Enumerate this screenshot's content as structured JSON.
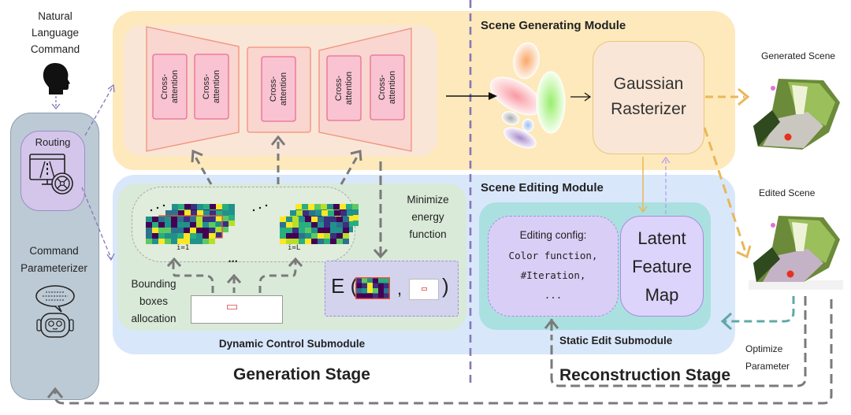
{
  "input": {
    "title_lines": [
      "Natural",
      "Language",
      "Command"
    ],
    "head_icon": "human-head-silhouette-icon"
  },
  "parameterizer": {
    "routing_label": "Routing",
    "routing_icon": "monitor-steering-wheel-icon",
    "title_lines": [
      "Command",
      "Parameterizer"
    ],
    "robot_icon": "chatbot-robot-icon"
  },
  "unet": {
    "encoder_blocks": [
      "Cross-attention",
      "Cross-attention"
    ],
    "middle_blocks": [
      "Cross-attention"
    ],
    "decoder_blocks": [
      "Cross-attention",
      "Cross-attention"
    ],
    "block_line1": "Cross-",
    "block_line2": "attention"
  },
  "dynamic_control": {
    "title": "Dynamic Control Submodule",
    "attention_map_labels": [
      "i=1",
      "i=L"
    ],
    "ellipsis": "•••",
    "bbox_label_lines": [
      "Bounding",
      "boxes",
      "allocation"
    ],
    "minimize_label_lines": [
      "Minimize",
      "energy",
      "function"
    ],
    "energy_fn": {
      "prefix": "E (",
      "separator": ",",
      "suffix": ")"
    }
  },
  "scene_generating": {
    "title": "Scene Generating Module",
    "rasterizer_lines": [
      "Gaussian",
      "Rasterizer"
    ],
    "gaussian_colors": [
      "#f9a86a",
      "#f8a0a8",
      "#9ef07a",
      "#b5b5b5",
      "#a8c4f0",
      "#b79ad0"
    ]
  },
  "scene_editing": {
    "title": "Scene Editing Module",
    "config_title": "Editing config:",
    "config_items": [
      "Color function,",
      "#Iteration,",
      "..."
    ],
    "latent_lines": [
      "Latent",
      "Feature",
      "Map"
    ],
    "submodule_title": "Static Edit Submodule"
  },
  "outputs": {
    "generated_label": "Generated Scene",
    "edited_label": "Edited Scene",
    "optimize_lines": [
      "Optimize",
      "Parameter"
    ]
  },
  "stages": {
    "generation": "Generation Stage",
    "reconstruction": "Reconstruction Stage"
  },
  "colors": {
    "parameterizer_bg": "#bccad5",
    "routing_bg": "#d4c6ea",
    "generating_bg": "#fde9bc",
    "unet_bg": "#fae6d6",
    "block_bg": "#f9c3d2",
    "editing_bg": "#d9e7fb",
    "dynamic_bg": "#d9ead8",
    "static_bg": "#abe0e0",
    "latent_bg": "#dcd4fa",
    "stage_divider": "#8577b8",
    "gold_arrow": "#e8b85a",
    "teal_arrow": "#5fa8a8",
    "gray_arrow": "#7a7a7a"
  }
}
